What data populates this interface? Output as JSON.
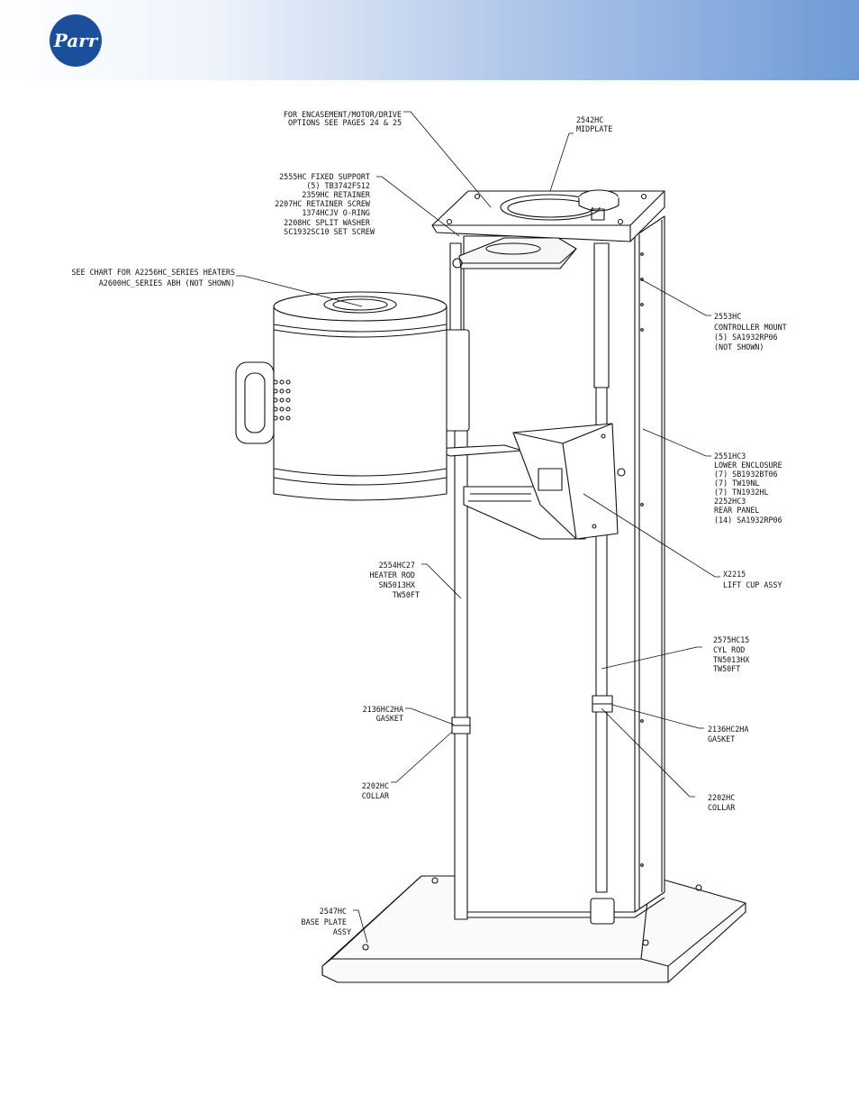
{
  "brand": {
    "logo_text": "Parr",
    "brand_color": "#1b4f9c"
  },
  "diagram": {
    "callouts": {
      "encasement": [
        "FOR ENCASEMENT/MOTOR/DRIVE",
        "OPTIONS SEE PAGES 24 & 25"
      ],
      "midplate": [
        "2542HC",
        "MIDPLATE"
      ],
      "fixed_support": [
        "2555HC FIXED SUPPORT",
        "(5) TB3742FS12",
        "2359HC RETAINER",
        "2207HC RETAINER SCREW",
        "1374HCJV O-RING",
        "2208HC SPLIT WASHER",
        "SC1932SC10 SET SCREW"
      ],
      "heaters": [
        "SEE CHART FOR A2256HC_SERIES HEATERS",
        "A2600HC_SERIES ABH (NOT SHOWN)"
      ],
      "controller_mount": [
        "2553HC",
        "CONTROLLER MOUNT",
        "(5) SA1932RP06",
        "(NOT SHOWN)"
      ],
      "lower_enclosure": [
        "2551HC3",
        "LOWER ENCLOSURE",
        "(7) SB1932BT06",
        "(7) TW19NL",
        "(7) TN1932HL",
        "2252HC3",
        "REAR PANEL",
        "(14) SA1932RP06"
      ],
      "lift_cup": [
        "X2215",
        "LIFT CUP ASSY"
      ],
      "heater_rod": [
        "2554HC27",
        "HEATER ROD",
        "SN5013HX",
        "TW50FT"
      ],
      "cyl_rod": [
        "2575HC15",
        "CYL ROD",
        "TN5013HX",
        "TW50FT"
      ],
      "gasket_left": [
        "2136HC2HA",
        "GASKET"
      ],
      "gasket_right": [
        "2136HC2HA",
        "GASKET"
      ],
      "collar_left": [
        "2202HC",
        "COLLAR"
      ],
      "collar_right": [
        "2202HC",
        "COLLAR"
      ],
      "base_plate": [
        "2547HC",
        "BASE PLATE",
        "ASSY"
      ]
    }
  }
}
